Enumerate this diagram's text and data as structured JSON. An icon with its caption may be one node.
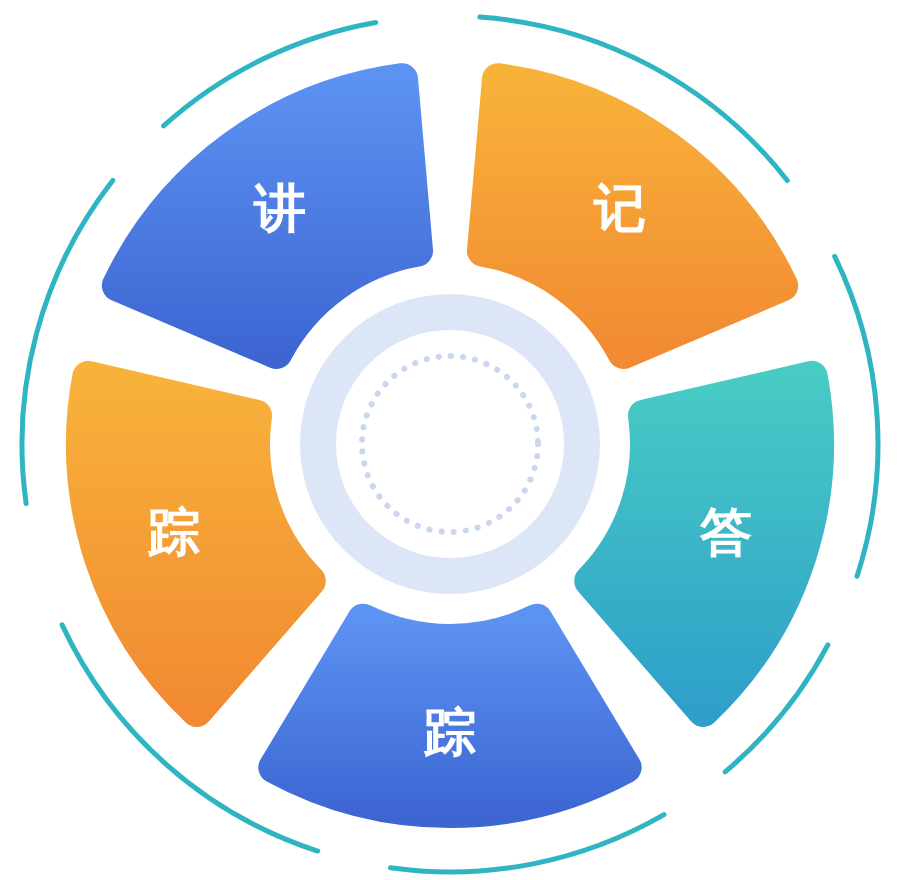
{
  "diagram": {
    "nodes": [
      {
        "text": [
          "讲"
        ]
      },
      {
        "text": [
          "记"
        ]
      },
      {
        "text": [
          "踪"
        ]
      },
      {
        "text": [
          "答"
        ]
      },
      {
        "text": [
          "踪"
        ]
      }
    ]
  }
}
